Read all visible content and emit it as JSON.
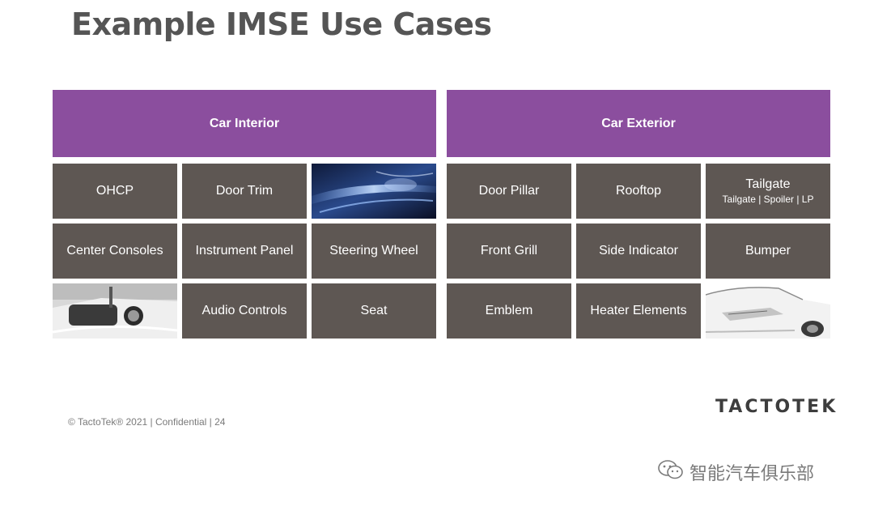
{
  "title": "Example IMSE Use Cases",
  "headers": {
    "interior": "Car Interior",
    "exterior": "Car Exterior"
  },
  "interior": {
    "r1c1": "OHCP",
    "r1c2": "Door Trim",
    "r2c1": "Center Consoles",
    "r2c2": "Instrument Panel",
    "r2c3": "Steering Wheel",
    "r3c2": "Audio Controls",
    "r3c3": "Seat"
  },
  "exterior": {
    "r1c1": "Door Pillar",
    "r1c2": "Rooftop",
    "r1c3_title": "Tailgate",
    "r1c3_sub": "Tailgate | Spoiler | LP",
    "r2c1": "Front Grill",
    "r2c2": "Side Indicator",
    "r2c3": "Bumper",
    "r3c1": "Emblem",
    "r3c2": "Heater Elements"
  },
  "footer": "© TactoTek® 2021 | Confidential | 24",
  "logo": "TACTOTEK",
  "watermark": {
    "icon": "wechat-icon",
    "text": "智能汽车俱乐部"
  },
  "colors": {
    "header_purple": "#8b4e9e",
    "cell_gray": "#5e5753",
    "title_gray": "#555555"
  }
}
